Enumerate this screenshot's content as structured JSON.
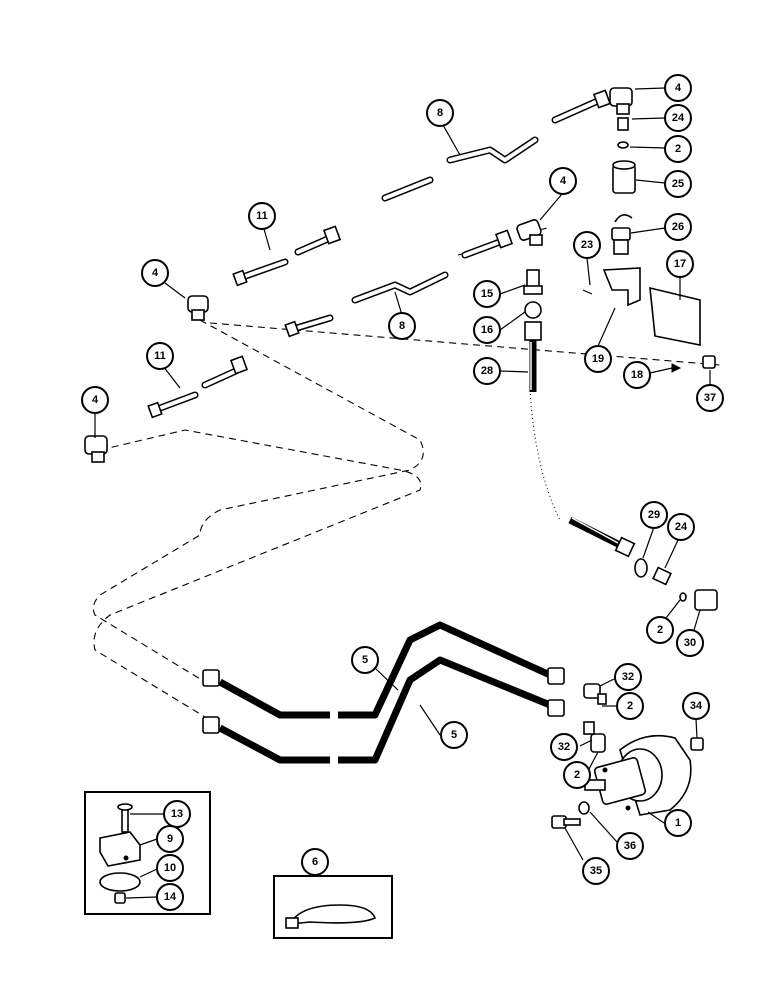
{
  "callouts": [
    {
      "id": "c4a",
      "label": "4"
    },
    {
      "id": "c24a",
      "label": "24"
    },
    {
      "id": "c2a",
      "label": "2"
    },
    {
      "id": "c25",
      "label": "25"
    },
    {
      "id": "c8a",
      "label": "8"
    },
    {
      "id": "c4b",
      "label": "4"
    },
    {
      "id": "c26",
      "label": "26"
    },
    {
      "id": "c11a",
      "label": "11"
    },
    {
      "id": "c23",
      "label": "23"
    },
    {
      "id": "c17",
      "label": "17"
    },
    {
      "id": "c4c",
      "label": "4"
    },
    {
      "id": "c15",
      "label": "15"
    },
    {
      "id": "c8b",
      "label": "8"
    },
    {
      "id": "c16",
      "label": "16"
    },
    {
      "id": "c19",
      "label": "19"
    },
    {
      "id": "c11b",
      "label": "11"
    },
    {
      "id": "c28",
      "label": "28"
    },
    {
      "id": "c18",
      "label": "18"
    },
    {
      "id": "c37",
      "label": "37"
    },
    {
      "id": "c4d",
      "label": "4"
    },
    {
      "id": "c29",
      "label": "29"
    },
    {
      "id": "c24b",
      "label": "24"
    },
    {
      "id": "c2b",
      "label": "2"
    },
    {
      "id": "c30",
      "label": "30"
    },
    {
      "id": "c5a",
      "label": "5"
    },
    {
      "id": "c32a",
      "label": "32"
    },
    {
      "id": "c2c",
      "label": "2"
    },
    {
      "id": "c34",
      "label": "34"
    },
    {
      "id": "c5b",
      "label": "5"
    },
    {
      "id": "c32b",
      "label": "32"
    },
    {
      "id": "c2d",
      "label": "2"
    },
    {
      "id": "c1",
      "label": "1"
    },
    {
      "id": "c13",
      "label": "13"
    },
    {
      "id": "c9",
      "label": "9"
    },
    {
      "id": "c10",
      "label": "10"
    },
    {
      "id": "c14",
      "label": "14"
    },
    {
      "id": "c6",
      "label": "6"
    },
    {
      "id": "c36",
      "label": "36"
    },
    {
      "id": "c35",
      "label": "35"
    }
  ]
}
